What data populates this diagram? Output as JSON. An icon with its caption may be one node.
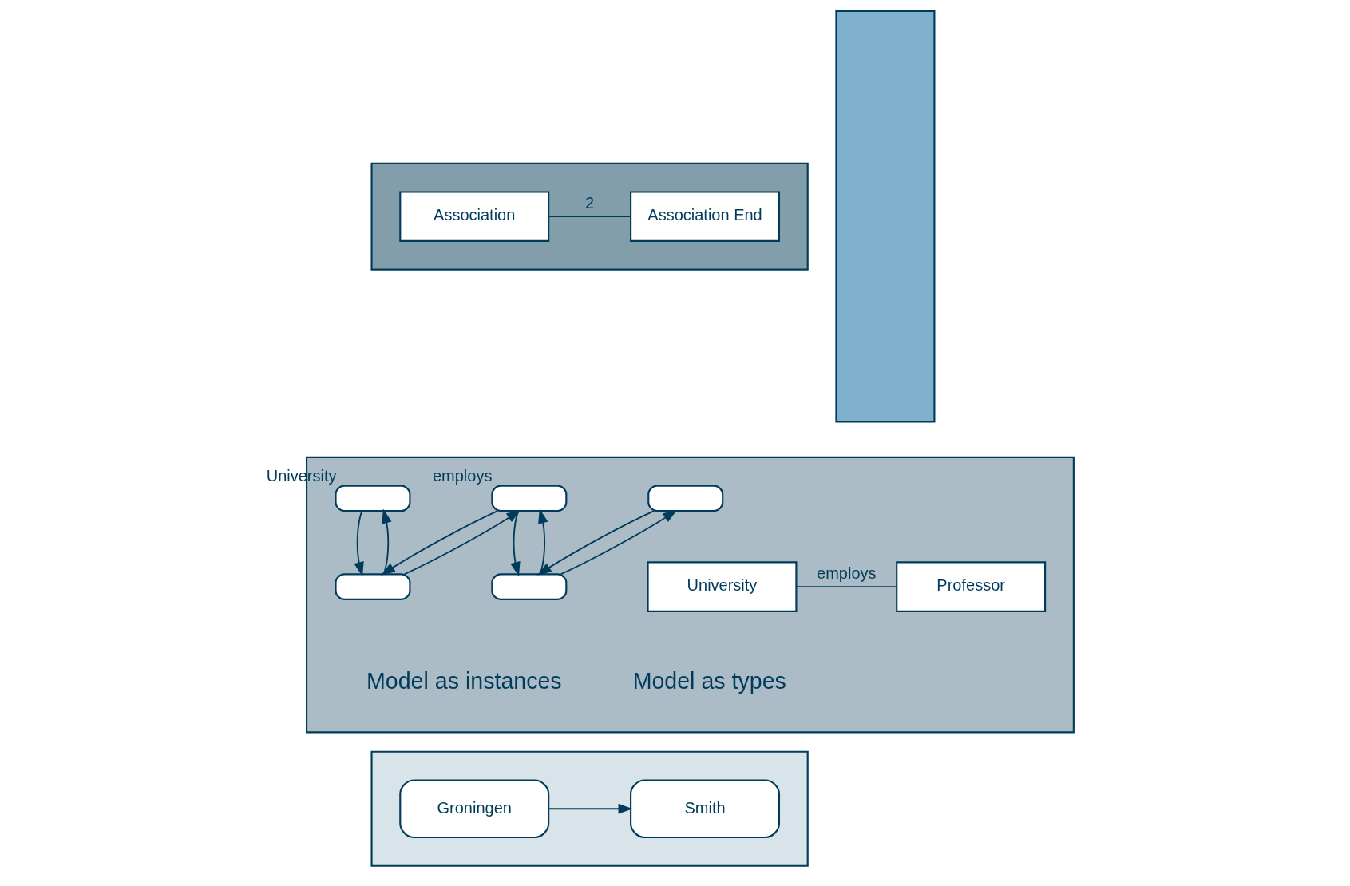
{
  "diagram": {
    "nodes": [
      {
        "text": [],
        "shape": "box"
      },
      {
        "text": [
          "Association"
        ],
        "in": 0
      },
      {
        "text": [
          "Association End"
        ],
        "in": 0
      },
      {
        "text": [],
        "shape": "box"
      },
      {
        "text": [],
        "shape": "box",
        "in": 3,
        "beside": [
          "University"
        ]
      },
      {
        "text": [],
        "shape": "box",
        "in": 3
      },
      {
        "text": [],
        "shape": "box",
        "in": 3,
        "beside": [
          "employs"
        ]
      },
      {
        "text": [],
        "shape": "box",
        "in": 3
      },
      {
        "text": [],
        "shape": "box",
        "in": 3
      },
      {
        "text": [
          "University"
        ],
        "in": 3
      },
      {
        "text": [
          "Professor"
        ],
        "in": 3
      },
      {
        "text": [],
        "shape": "box"
      },
      {
        "text": [
          "Groningen"
        ],
        "in": 11
      },
      {
        "text": [
          "Smith"
        ],
        "in": 11
      },
      {
        "text": [],
        "shape": "bar"
      }
    ],
    "edges": [
      {
        "from": 1,
        "to": 2,
        "arrow": "none",
        "label": "2"
      },
      {
        "from": 5,
        "to": 4,
        "arrow": "to"
      },
      {
        "from": 4,
        "to": 5,
        "arrow": "to"
      },
      {
        "from": 5,
        "to": 6,
        "arrow": "to"
      },
      {
        "from": 6,
        "to": 5,
        "arrow": "to"
      },
      {
        "from": 7,
        "to": 6,
        "arrow": "to"
      },
      {
        "from": 6,
        "to": 7,
        "arrow": "to"
      },
      {
        "from": 8,
        "to": 7,
        "arrow": "to"
      },
      {
        "from": 7,
        "to": 8,
        "arrow": "to"
      },
      {
        "from": 9,
        "to": 10,
        "arrow": "none",
        "label": "employs"
      },
      {
        "from": 12,
        "to": 13,
        "arrow": "to"
      }
    ],
    "labels": [
      "Model as instances",
      "Model as types"
    ]
  }
}
